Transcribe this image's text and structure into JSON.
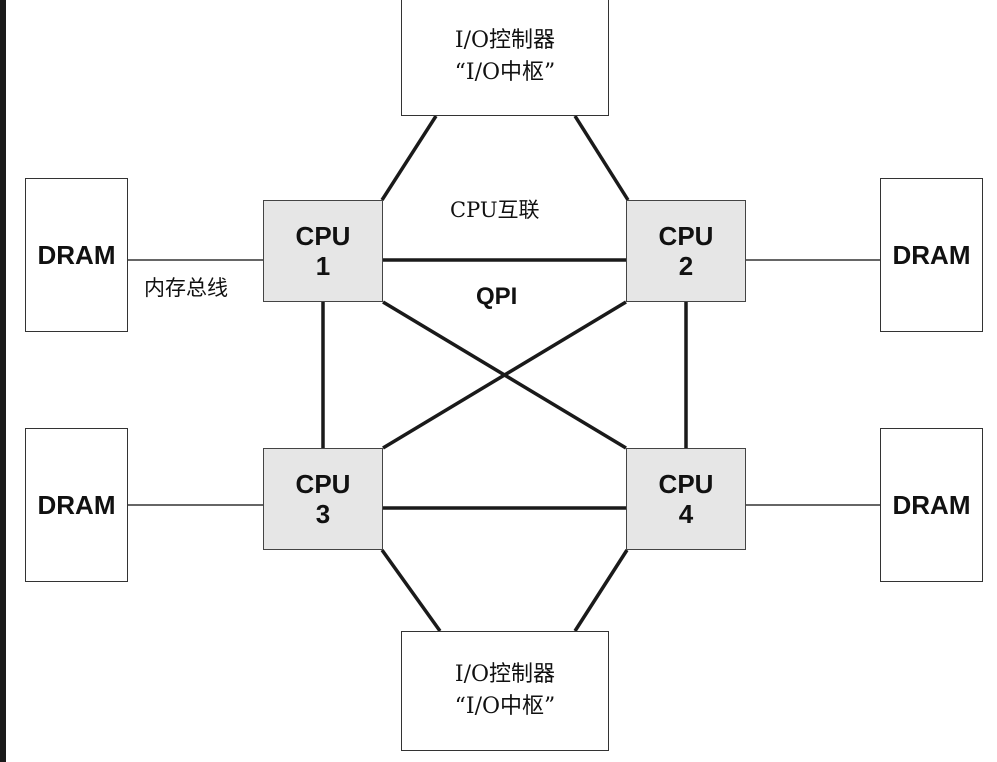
{
  "io_hub_top": {
    "line1": "I/O控制器",
    "line2": "“I/O中枢”"
  },
  "io_hub_bottom": {
    "line1": "I/O控制器",
    "line2": "“I/O中枢”"
  },
  "cpus": [
    {
      "label": "CPU",
      "num": "1"
    },
    {
      "label": "CPU",
      "num": "2"
    },
    {
      "label": "CPU",
      "num": "3"
    },
    {
      "label": "CPU",
      "num": "4"
    }
  ],
  "drams": [
    {
      "label": "DRAM"
    },
    {
      "label": "DRAM"
    },
    {
      "label": "DRAM"
    },
    {
      "label": "DRAM"
    }
  ],
  "labels": {
    "cpu_interconnect": "CPU互联",
    "qpi": "QPI",
    "memory_bus": "内存总线"
  }
}
